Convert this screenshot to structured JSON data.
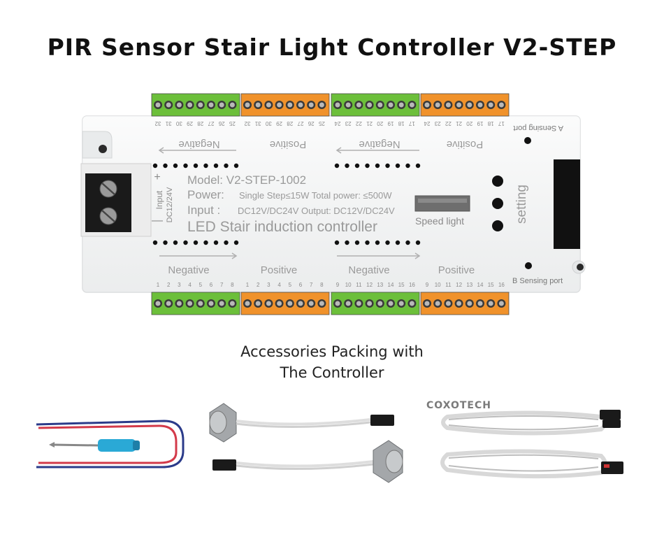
{
  "page_title": "PIR Sensor Stair Light Controller V2-STEP",
  "controller": {
    "model": "Model: V2-STEP-1002",
    "power_label": "Power:",
    "power_value": "Single Step≤15W Total power: ≤500W",
    "input_label": "Input :",
    "input_value": "DC12V/DC24V Output: DC12V/DC24V",
    "description": "LED Stair induction controller",
    "input_terminal_label": "Input",
    "input_terminal_voltage": "DC12/24V",
    "speed_light_label": "Speed light",
    "setting_label": "setting",
    "a_port_label": "A Sensing port",
    "b_port_label": "B Sensing port",
    "top_group_labels": [
      "Negative",
      "Positive",
      "Negative",
      "Positive"
    ],
    "bottom_group_labels": [
      "Negative",
      "Positive",
      "Negative",
      "Positive"
    ],
    "top_numbers": [
      [
        "32",
        "31",
        "30",
        "29",
        "28",
        "27",
        "26",
        "25"
      ],
      [
        "32",
        "31",
        "30",
        "29",
        "28",
        "27",
        "26",
        "25"
      ],
      [
        "24",
        "23",
        "22",
        "21",
        "20",
        "19",
        "18",
        "17"
      ],
      [
        "24",
        "23",
        "22",
        "21",
        "20",
        "19",
        "18",
        "17"
      ]
    ],
    "bottom_numbers": [
      [
        "1",
        "2",
        "3",
        "4",
        "5",
        "6",
        "7",
        "8"
      ],
      [
        "1",
        "2",
        "3",
        "4",
        "5",
        "6",
        "7",
        "8"
      ],
      [
        "9",
        "10",
        "11",
        "12",
        "13",
        "14",
        "15",
        "16"
      ],
      [
        "9",
        "10",
        "11",
        "12",
        "13",
        "14",
        "15",
        "16"
      ]
    ],
    "terminal_colors": [
      "#6cbf3a",
      "#f0922b",
      "#6cbf3a",
      "#f0922b"
    ]
  },
  "accessories": {
    "heading_line1": "Accessories Packing with",
    "heading_line2": "The Controller",
    "brand_watermark": "COXOTECH"
  }
}
